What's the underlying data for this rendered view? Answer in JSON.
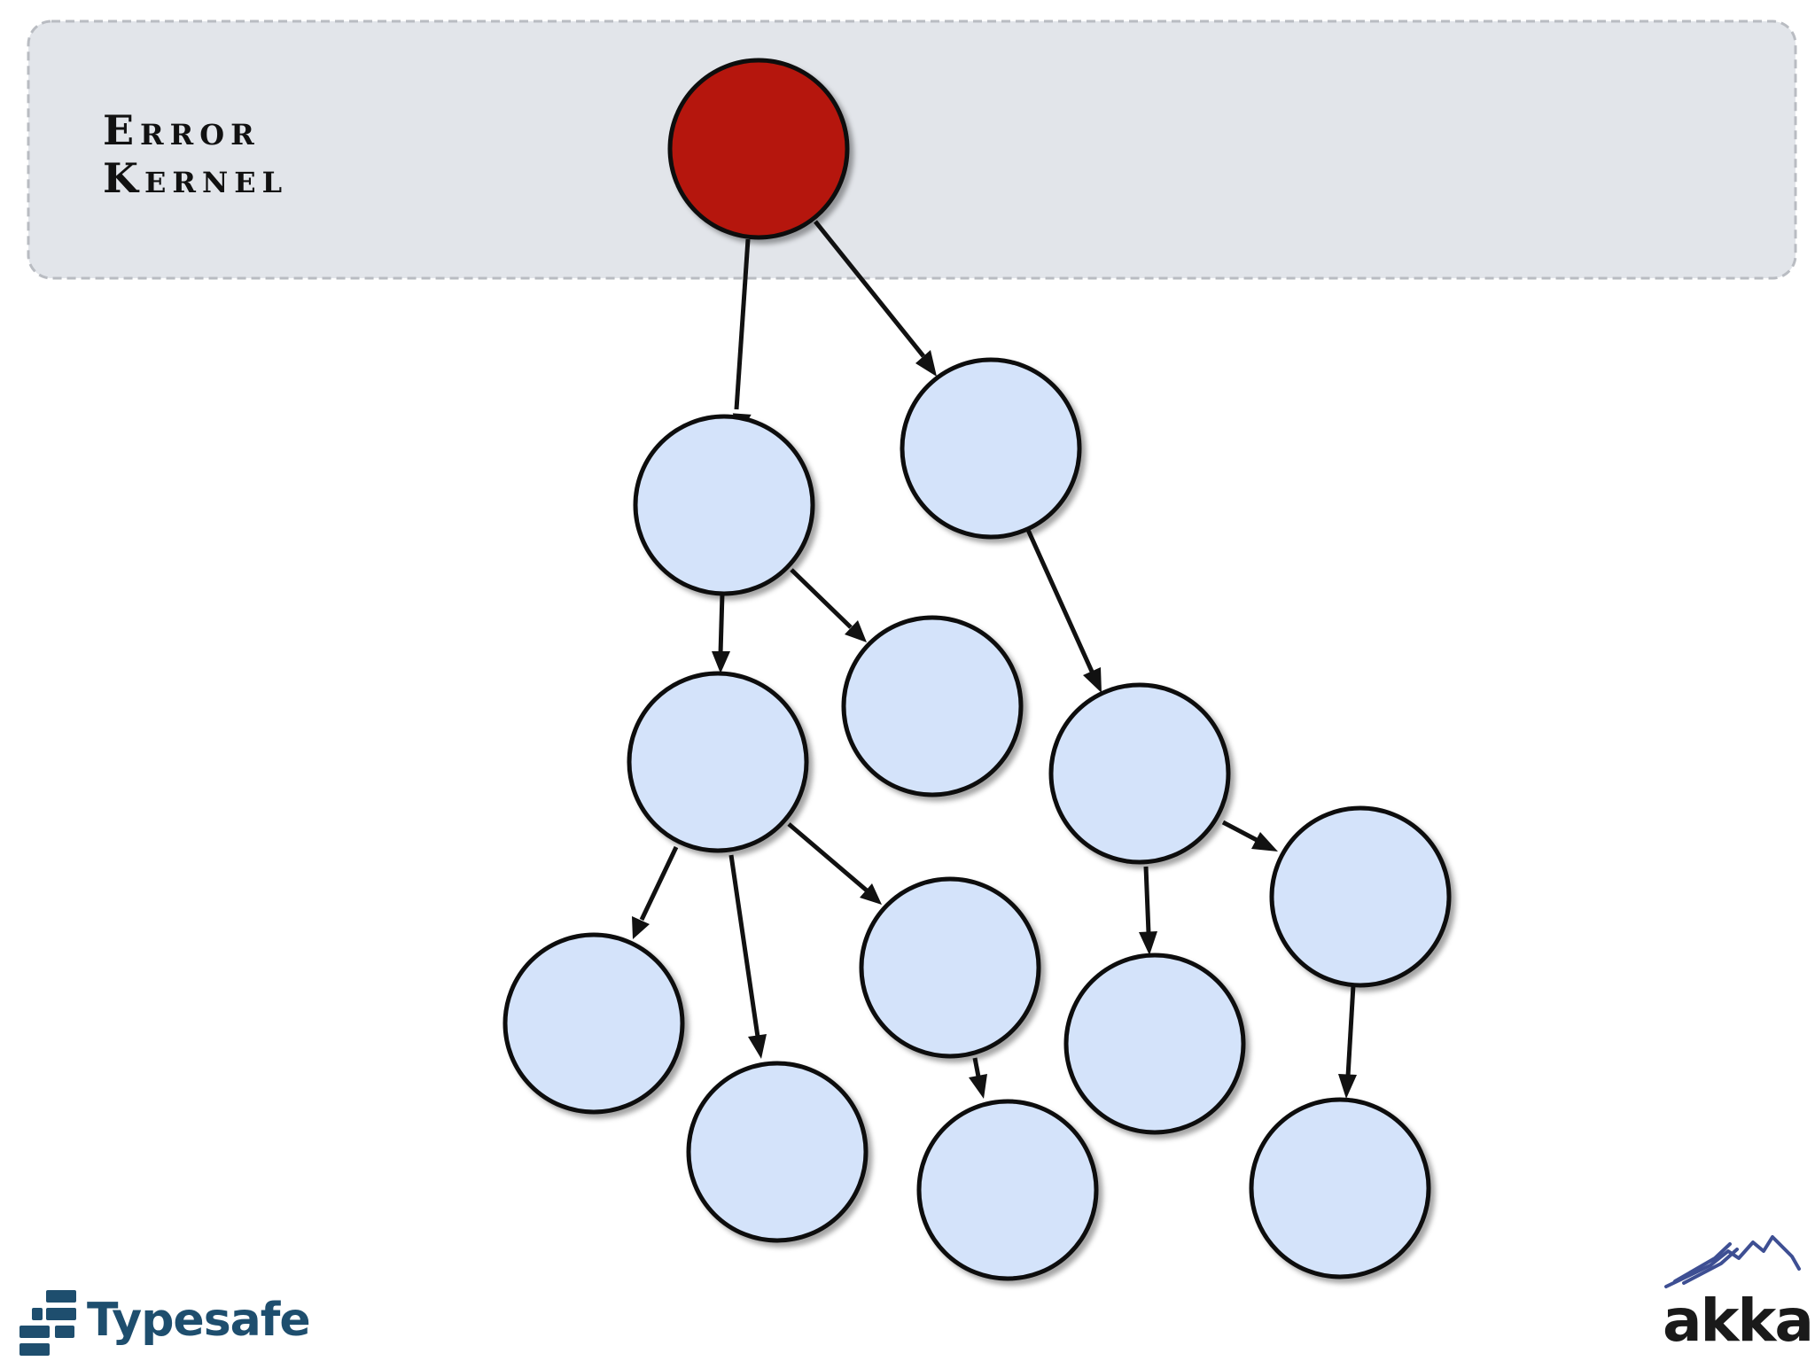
{
  "zone": {
    "label_line1": "Error",
    "label_line2": "Kernel"
  },
  "colors": {
    "kernel_node": "#b5190a",
    "actor_node": "#d4e3fa",
    "zone_fill": "#e2e5ea",
    "zone_border": "#b9bcc2",
    "edge": "#111111"
  },
  "branding": {
    "left_logo": "Typesafe",
    "left_logo_icon": "typesafe-blocks-icon",
    "right_logo": "akka",
    "right_logo_icon": "mountain-peaks-icon"
  }
}
